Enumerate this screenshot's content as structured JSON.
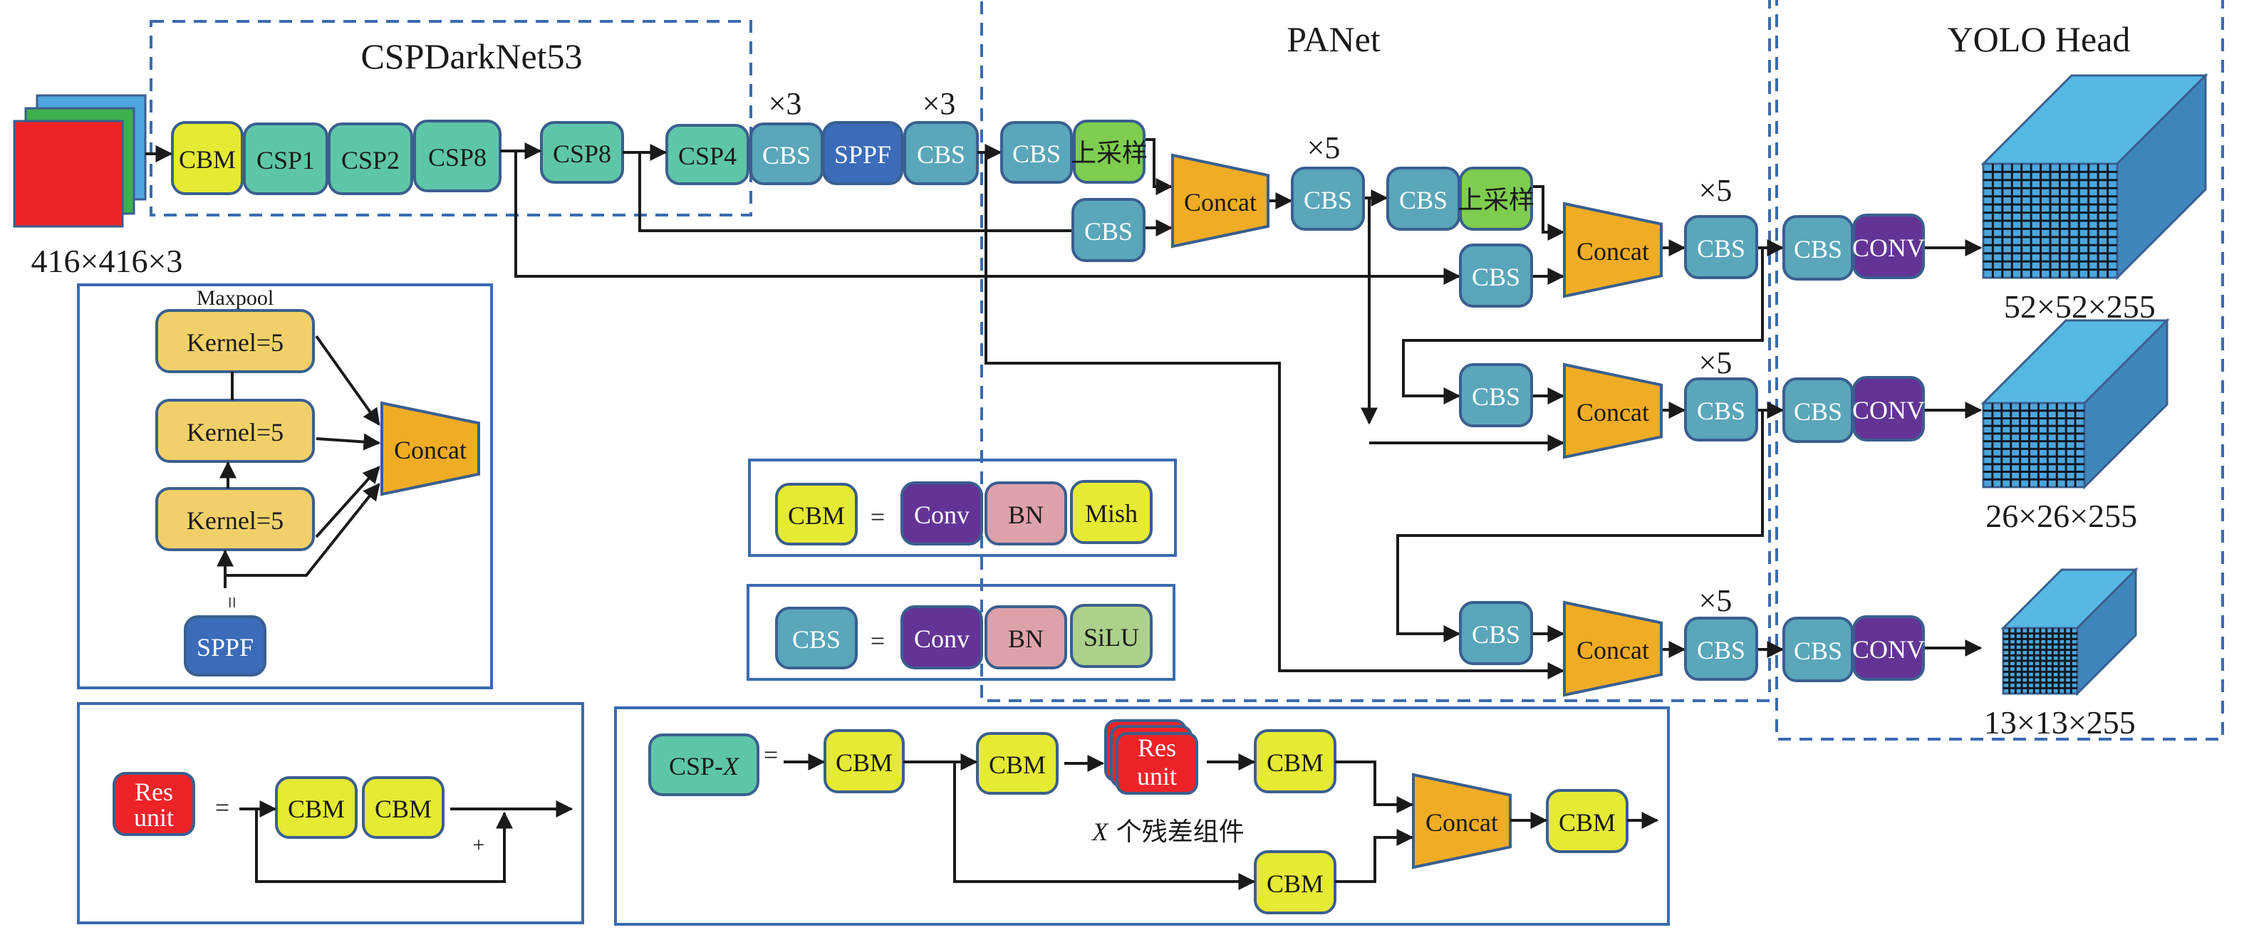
{
  "colors": {
    "cbm": "#e5ea32",
    "csp": "#5ec6a8",
    "cbs": "#5aa6ba",
    "sppf": "#3b6bb9",
    "upsample": "#7ecd4f",
    "concat": "#f0ac24",
    "conv": "#633496",
    "bn": "#dda1aa",
    "silu": "#add08b",
    "res": "#ee2328",
    "kernel": "#f1d06a",
    "cube_top": "#56b8e4",
    "cube_side": "#3e86bb",
    "cube_front": "#4ba7de",
    "input_red": "#ee2328",
    "input_green": "#3eaf4f",
    "input_blue": "#4fa6df",
    "border": "#3a6bb0"
  },
  "input": {
    "dims": "416×416×3"
  },
  "backbone": {
    "title": "CSPDarkNet53",
    "blocks": [
      "CBM",
      "CSP1",
      "CSP2",
      "CSP8",
      "CSP8",
      "CSP4",
      "CBS",
      "SPPF",
      "CBS"
    ],
    "repeat_labels": [
      "×3",
      "×3"
    ]
  },
  "neck": {
    "title": "PANet",
    "upsample_label": "上采样",
    "cbs_label": "CBS",
    "concat_label": "Concat",
    "repeat_label": "×5"
  },
  "head": {
    "title": "YOLO Head",
    "cbs_label": "CBS",
    "conv_label": "CONV",
    "outputs": [
      "52×52×255",
      "26×26×255",
      "13×13×255"
    ]
  },
  "sppf_legend": {
    "title": "Maxpool",
    "kernels": [
      "Kernel=5",
      "Kernel=5",
      "Kernel=5"
    ],
    "concat_label": "Concat",
    "sppf_label": "SPPF",
    "equals": "="
  },
  "cbm_legend": {
    "lhs": "CBM",
    "equals": "=",
    "parts": [
      "Conv",
      "BN",
      "Mish"
    ]
  },
  "cbs_legend": {
    "lhs": "CBS",
    "equals": "=",
    "parts": [
      "Conv",
      "BN",
      "SiLU"
    ]
  },
  "res_legend": {
    "lhs_line1": "Res",
    "lhs_line2": "unit",
    "equals": "=",
    "parts": [
      "CBM",
      "CBM"
    ],
    "plus": "+"
  },
  "csp_legend": {
    "lhs_prefix": "CSP-",
    "lhs_var": "X",
    "equals": "=",
    "cbm_label": "CBM",
    "res_line1": "Res",
    "res_line2": "unit",
    "concat_label": "Concat",
    "caption_var": "X",
    "caption_text": " 个残差组件"
  }
}
